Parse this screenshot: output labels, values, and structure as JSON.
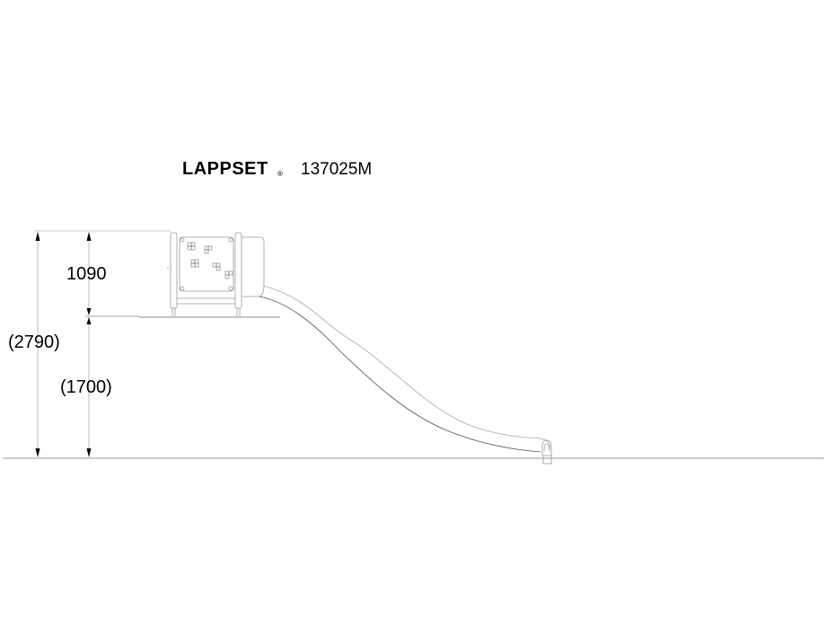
{
  "header": {
    "brand": "LAPPSET",
    "registered_mark": "®",
    "model_number": "137025M"
  },
  "dimensions": {
    "platform_height_above_deck": "1090",
    "total_height": "(2790)",
    "deck_height": "(1700)"
  },
  "drawing": {
    "type": "side elevation",
    "components": [
      "platform-panel",
      "slide-hood",
      "wave-slide",
      "ground-line",
      "dimension-lines"
    ],
    "line_color": "#9a9a9a",
    "dark_line_color": "#555555"
  }
}
